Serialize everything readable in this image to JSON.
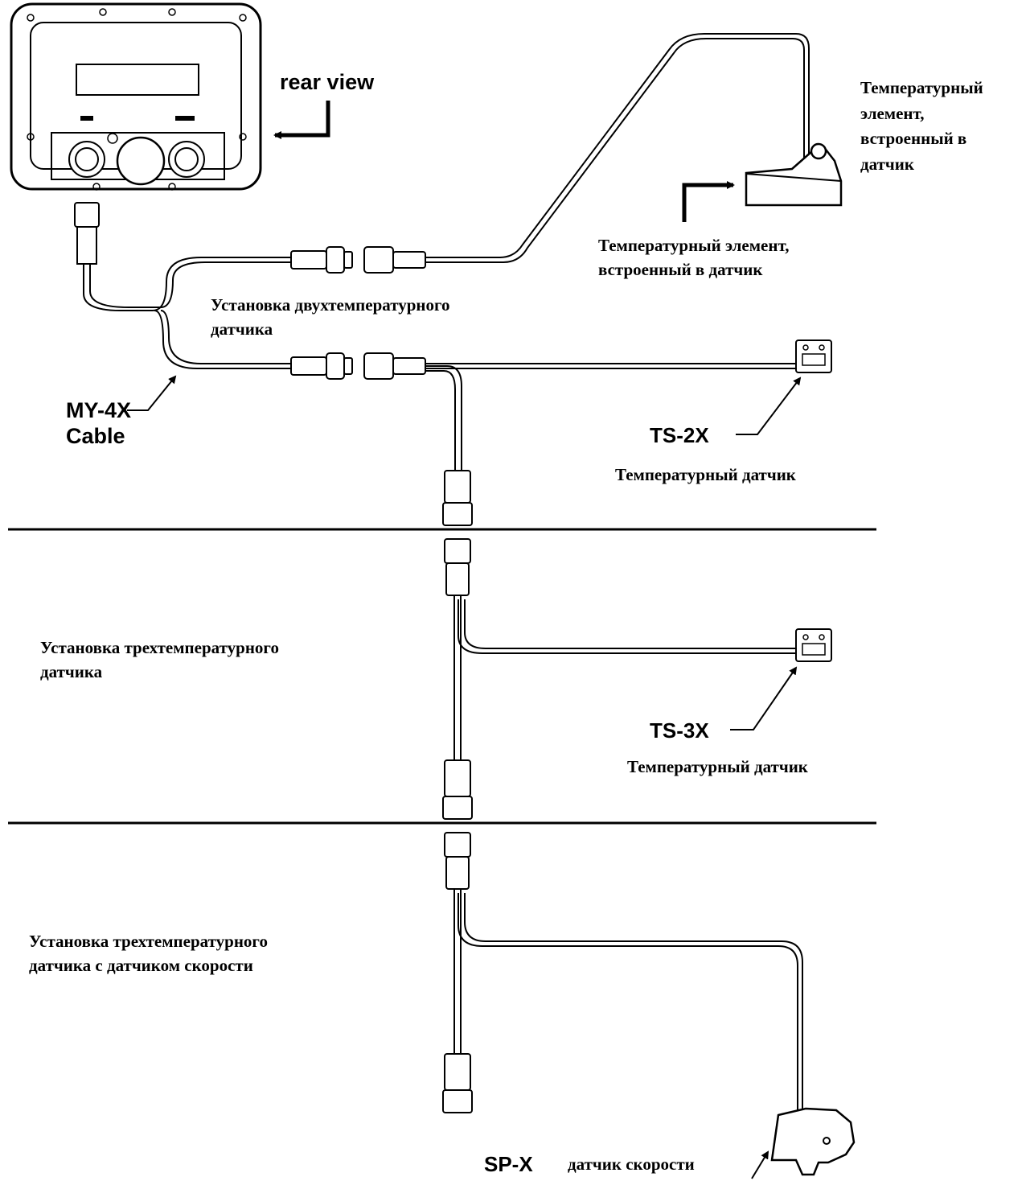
{
  "labels": {
    "rear_view": "rear view",
    "sensor_element_right": [
      "Температурный",
      "элемент,",
      "встроенный в",
      "датчик"
    ],
    "sensor_element_center": [
      "Температурный элемент,",
      "встроенный в датчик"
    ],
    "dual_temp_install": [
      "Установка двухтемпературного",
      "датчика"
    ],
    "cable": [
      "MY-4X",
      "Cable"
    ],
    "ts2x": "TS-2X",
    "temp_sensor_1": "Температурный датчик",
    "triple_temp_install": [
      "Установка трехтемпературного",
      "датчика"
    ],
    "ts3x": "TS-3X",
    "temp_sensor_2": "Температурный датчик",
    "triple_speed_install": [
      "Установка трехтемпературного",
      "датчика с датчиком скорости"
    ],
    "spx": "SP-X",
    "speed_sensor": "датчик скорости"
  },
  "colors": {
    "ink": "#000000",
    "paper": "#ffffff"
  }
}
